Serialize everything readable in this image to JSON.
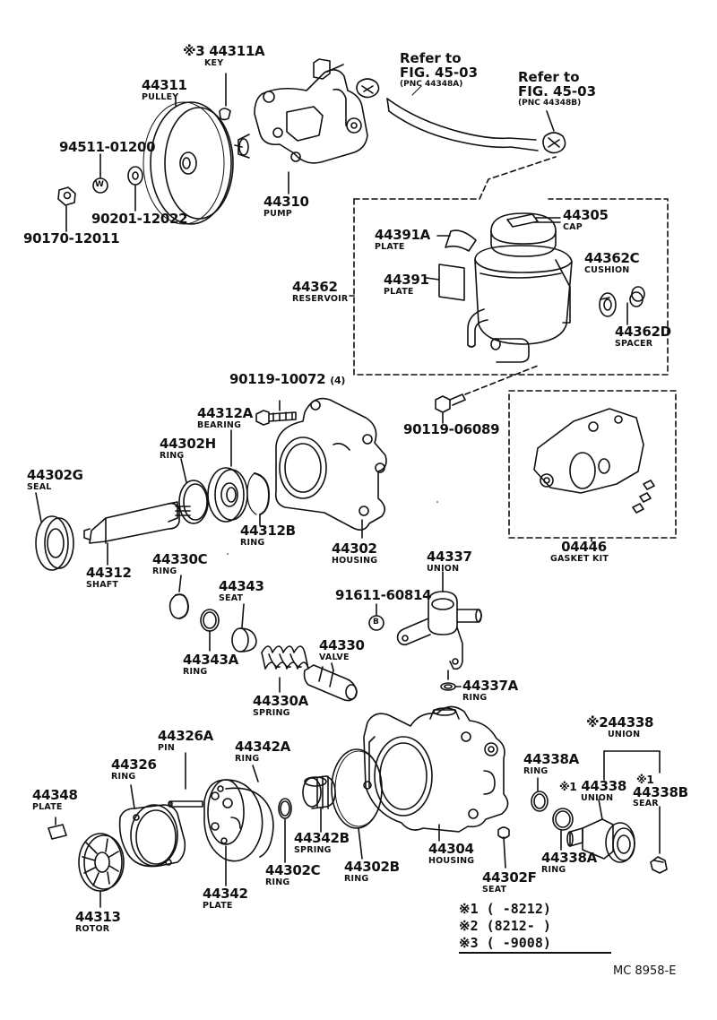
{
  "parts": {
    "key": {
      "mark": "※3",
      "number": "44311A",
      "name": "KEY"
    },
    "pulley": {
      "number": "44311",
      "name": "PULLEY"
    },
    "washer": {
      "number": "94511-01200"
    },
    "seat_washer": {
      "number": "90201-12022"
    },
    "nut": {
      "number": "90170-12011"
    },
    "pump": {
      "number": "44310",
      "name": "PUMP"
    },
    "cap": {
      "number": "44305",
      "name": "CAP"
    },
    "plate_a": {
      "number": "44391A",
      "name": "PLATE"
    },
    "plate": {
      "number": "44391",
      "name": "PLATE"
    },
    "reservoir": {
      "number": "44362",
      "name": "RESERVOIR"
    },
    "cushion": {
      "number": "44362C",
      "name": "CUSHION"
    },
    "spacer": {
      "number": "44362D",
      "name": "SPACER"
    },
    "bolt_long": {
      "number": "90119-10072",
      "qty": "(4)"
    },
    "bolt_short": {
      "number": "90119-06089"
    },
    "bearing": {
      "number": "44312A",
      "name": "BEARING"
    },
    "ring_h": {
      "number": "44302H",
      "name": "RING"
    },
    "seal": {
      "number": "44302G",
      "name": "SEAL"
    },
    "ring_b12": {
      "number": "44312B",
      "name": "RING"
    },
    "housing_front": {
      "number": "44302",
      "name": "HOUSING"
    },
    "shaft": {
      "number": "44312",
      "name": "SHAFT"
    },
    "gasket_kit": {
      "number": "04446",
      "name": "GASKET KIT"
    },
    "ring_30c": {
      "number": "44330C",
      "name": "RING"
    },
    "seat_43": {
      "number": "44343",
      "name": "SEAT"
    },
    "ring_43a": {
      "number": "44343A",
      "name": "RING"
    },
    "spring_30a": {
      "number": "44330A",
      "name": "SPRING"
    },
    "valve": {
      "number": "44330",
      "name": "VALVE"
    },
    "bolt_b": {
      "number": "91611-60814"
    },
    "union_37": {
      "number": "44337",
      "name": "UNION"
    },
    "ring_37a": {
      "number": "44337A",
      "name": "RING"
    },
    "pin": {
      "number": "44326A",
      "name": "PIN"
    },
    "ring_26": {
      "number": "44326",
      "name": "RING"
    },
    "ring_42a": {
      "number": "44342A",
      "name": "RING"
    },
    "plate_48": {
      "number": "44348",
      "name": "PLATE"
    },
    "union_38": {
      "mark": "※2",
      "number": "44338",
      "name": "UNION"
    },
    "ring_38a_top": {
      "number": "44338A",
      "name": "RING"
    },
    "union_38_inner": {
      "mark": "※1",
      "number": "44338",
      "name": "UNION"
    },
    "sear_38b": {
      "mark": "※1",
      "number": "44338B",
      "name": "SEAR"
    },
    "spring_42b": {
      "number": "44342B",
      "name": "SPRING"
    },
    "ring_2b": {
      "number": "44302B",
      "name": "RING"
    },
    "housing_rear": {
      "number": "44304",
      "name": "HOUSING"
    },
    "ring_2c": {
      "number": "44302C",
      "name": "RING"
    },
    "plate_42": {
      "number": "44342",
      "name": "PLATE"
    },
    "rotor": {
      "number": "44313",
      "name": "ROTOR"
    },
    "ring_38a_bottom": {
      "number": "44338A",
      "name": "RING"
    },
    "seat_2f": {
      "number": "44302F",
      "name": "SEAT"
    }
  },
  "refs": [
    {
      "line1": "Refer to",
      "line2": "FIG. 45-03",
      "pnc": "(PNC 44348A)"
    },
    {
      "line1": "Refer to",
      "line2": "FIG. 45-03",
      "pnc": "(PNC 44348B)"
    }
  ],
  "circle_marks": {
    "w": "W",
    "b": "B"
  },
  "applicability": [
    {
      "mark": "※1",
      "range": "(      -8212)"
    },
    {
      "mark": "※2",
      "range": "(8212-      )"
    },
    {
      "mark": "※3",
      "range": "(      -9008)"
    }
  ],
  "diagram_code": "MC 8958-E"
}
